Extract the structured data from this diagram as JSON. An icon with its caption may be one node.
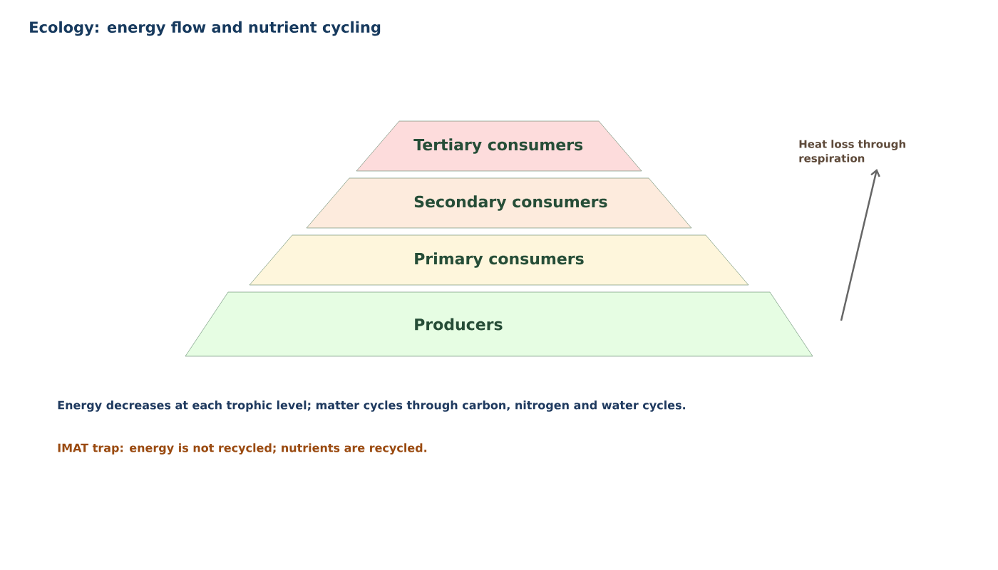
{
  "diagram": {
    "title": "Ecology: energy flow and nutrient cycling",
    "nodes": [
      {
        "text": [
          "Tertiary consumers"
        ]
      },
      {
        "text": [
          "Secondary consumers"
        ]
      },
      {
        "text": [
          "Primary consumers"
        ]
      },
      {
        "text": [
          "Producers"
        ]
      },
      {
        "text": [
          "Heat loss through respiration"
        ]
      }
    ],
    "edges": [
      {
        "from": null,
        "to": 4,
        "arrow": "to"
      }
    ],
    "labels": [
      "Energy decreases at each trophic level; matter cycles through carbon, nitrogen and water cycles.",
      "IMAT trap: energy is not recycled; nutrients are recycled."
    ]
  }
}
